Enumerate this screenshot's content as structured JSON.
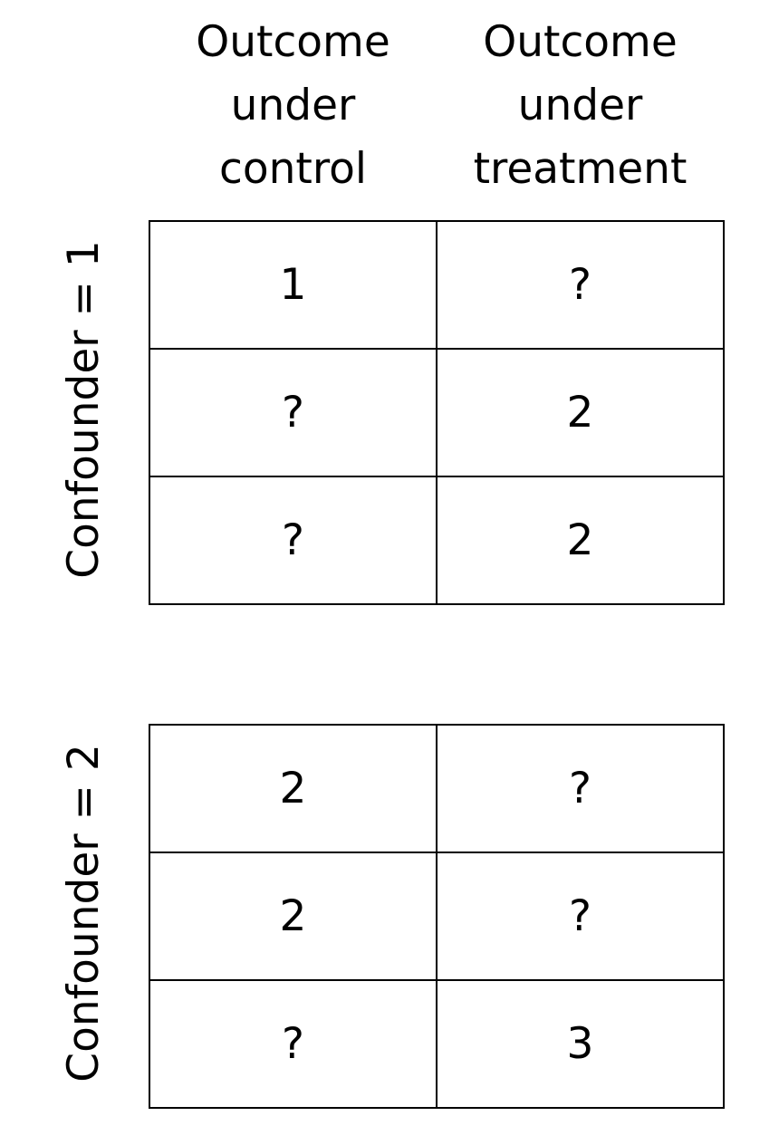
{
  "headers": {
    "control": "Outcome\nunder\ncontrol",
    "treatment": "Outcome\nunder\ntreatment"
  },
  "groups": [
    {
      "label": "Confounder = 1",
      "rows": [
        {
          "control": "1",
          "treatment": "?"
        },
        {
          "control": "?",
          "treatment": "2"
        },
        {
          "control": "?",
          "treatment": "2"
        }
      ]
    },
    {
      "label": "Confounder = 2",
      "rows": [
        {
          "control": "2",
          "treatment": "?"
        },
        {
          "control": "2",
          "treatment": "?"
        },
        {
          "control": "?",
          "treatment": "3"
        }
      ]
    }
  ]
}
